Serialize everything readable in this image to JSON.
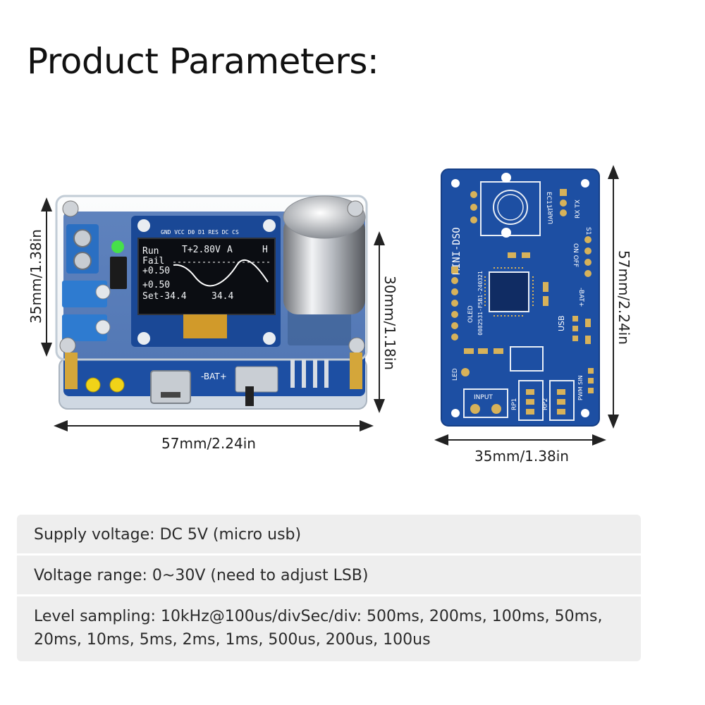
{
  "title": "Product Parameters:",
  "dimensions": {
    "module_height": "35mm/1.38in",
    "module_width": "57mm/2.24in",
    "module_depth": "30mm/1.18in",
    "pcb_height": "57mm/2.24in",
    "pcb_width": "35mm/1.38in"
  },
  "oled_screen": {
    "line1": "Run",
    "line1b": "T+2.80V",
    "line1c": "A",
    "line1d": "H",
    "line2": "Fail",
    "line3": "+0.50",
    "line4": "+0.50",
    "line5": "Set-34.4",
    "line5b": "34.4"
  },
  "header_pins": "GND VCC D0 D1 RES DC CS",
  "pcb_labels": {
    "name": "MINI-DSO",
    "version": "0082531-F5B1-240321",
    "oled": "OLED",
    "usb": "USB",
    "input": "INPUT",
    "uart": "UART",
    "rx_tx": "RX TX",
    "ec11": "EC11",
    "bat": "-BAT+",
    "on_off": "ON OFF",
    "rp1": "RP1",
    "rp2": "RP2",
    "pwm_sin": "PWM SIN",
    "led": "LED",
    "s1": "S1"
  },
  "specs": [
    "Supply voltage: DC 5V (micro usb)",
    "Voltage range: 0~30V (need to adjust LSB)",
    "Level sampling: 10kHz@100us/divSec/div: 500ms, 200ms, 100ms, 50ms, 20ms, 10ms, 5ms, 2ms, 1ms, 500us, 200us, 100us"
  ],
  "colors": {
    "pcb_blue": "#1d4fa3",
    "pcb_dark": "#123a80",
    "gold": "#d4a63a",
    "acrylic": "#dfe6ee",
    "oled_bg": "#0b0d12"
  }
}
